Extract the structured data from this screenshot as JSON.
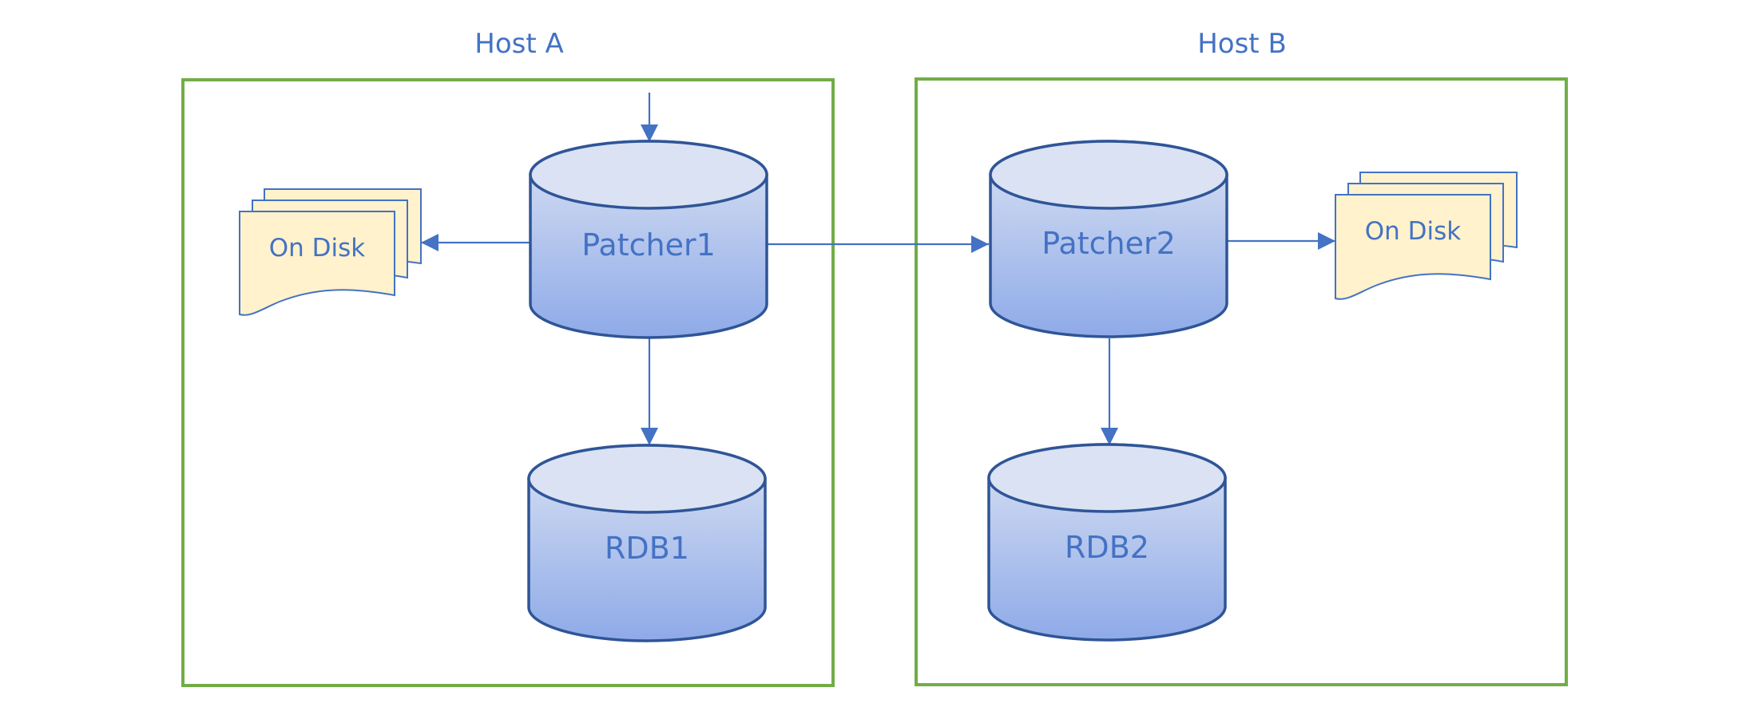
{
  "hosts": {
    "a": {
      "title": "Host A"
    },
    "b": {
      "title": "Host B"
    }
  },
  "nodes": {
    "patcher1": {
      "label": "Patcher1"
    },
    "patcher2": {
      "label": "Patcher2"
    },
    "rdb1": {
      "label": "RDB1"
    },
    "rdb2": {
      "label": "RDB2"
    }
  },
  "disks": {
    "a": {
      "label": "On Disk"
    },
    "b": {
      "label": "On Disk"
    }
  },
  "colors": {
    "host_border": "#70ad47",
    "text": "#4472c4",
    "cylinder_outline": "#2f5597",
    "cylinder_fill_top": "#dae2f3",
    "cylinder_fill_bottom": "#8eaae8",
    "disk_fill": "#fff2cc",
    "connector": "#4472c4"
  },
  "edges": [
    {
      "from": "external",
      "to": "patcher1"
    },
    {
      "from": "patcher1",
      "to": "disk-a"
    },
    {
      "from": "patcher1",
      "to": "patcher2"
    },
    {
      "from": "patcher1",
      "to": "rdb1"
    },
    {
      "from": "patcher2",
      "to": "disk-b"
    },
    {
      "from": "patcher2",
      "to": "rdb2"
    }
  ]
}
